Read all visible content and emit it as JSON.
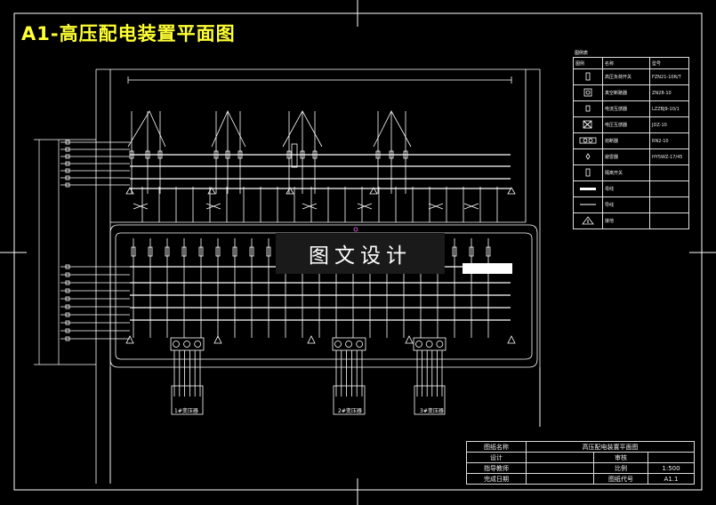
{
  "drawing_title": "A1-高压配电装置平面图",
  "watermark": "图文设计",
  "legend": {
    "caption": "图例表",
    "headers": [
      "图例",
      "名称",
      "型号"
    ],
    "rows": [
      {
        "symbol": "rect",
        "name": "高压负荷开关",
        "model": "FZN21-10R/T"
      },
      {
        "symbol": "square-x",
        "name": "真空断路器",
        "model": "ZN28-10"
      },
      {
        "symbol": "rect-small",
        "name": "电流互感器",
        "model": "LZZBJ9-10/1"
      },
      {
        "symbol": "box-x",
        "name": "电压互感器",
        "model": "JDZ-10"
      },
      {
        "symbol": "double-circle",
        "name": "熔断器",
        "model": "RN2-10"
      },
      {
        "symbol": "diamond",
        "name": "避雷器",
        "model": "HY5WZ-17/45"
      },
      {
        "symbol": "small-rect",
        "name": "隔离开关",
        "model": ""
      },
      {
        "symbol": "bar",
        "name": "母线",
        "model": ""
      },
      {
        "symbol": "line",
        "name": "导线",
        "model": ""
      },
      {
        "symbol": "triangle",
        "name": "接地",
        "model": ""
      }
    ]
  },
  "transformer_labels": [
    "1#变压器",
    "2#变压器",
    "3#变压器"
  ],
  "title_block": {
    "rows": [
      [
        "图纸名称",
        "高压配电装置平面图",
        "",
        ""
      ],
      [
        "设计",
        "",
        "审核",
        ""
      ],
      [
        "指导教师",
        "",
        "比例",
        "1:500"
      ],
      [
        "完成日期",
        "",
        "图纸代号",
        "A1.1"
      ]
    ]
  },
  "colors": {
    "background": "#000000",
    "lines": "#ffffff",
    "title": "#ffff33",
    "accent": "#ff66ff"
  }
}
